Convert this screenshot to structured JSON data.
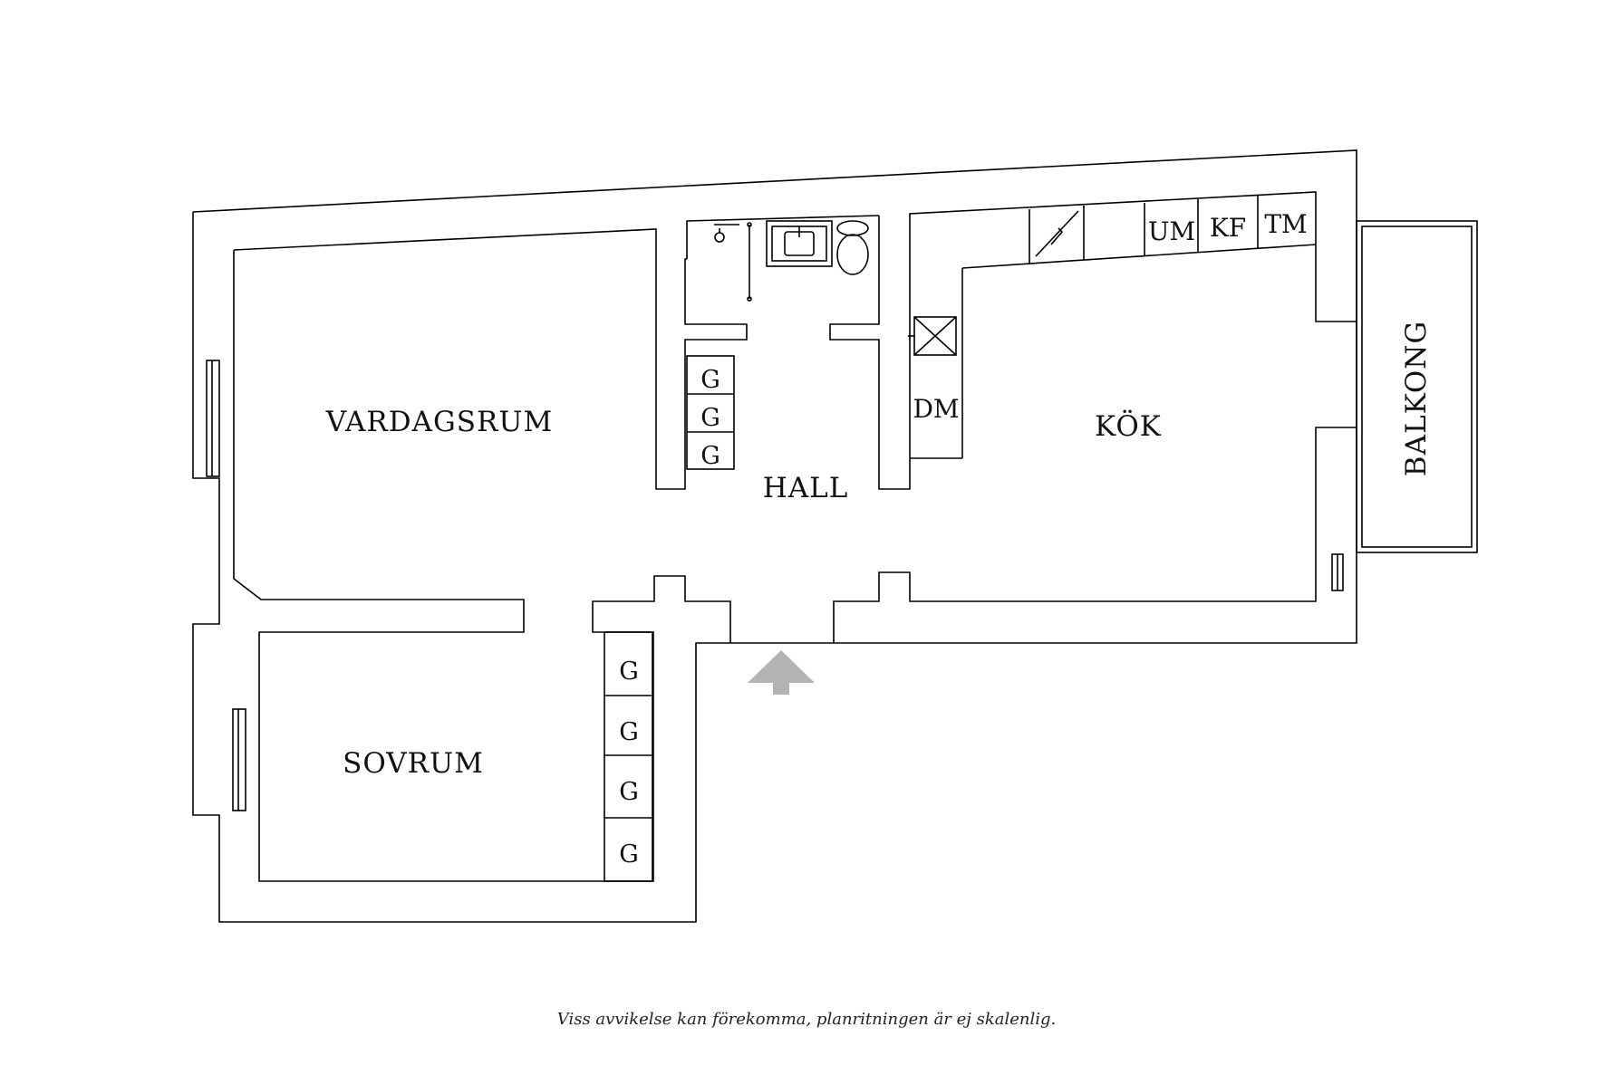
{
  "rooms": {
    "living": "VARDAGSRUM",
    "hall": "HALL",
    "kitchen": "KÖK",
    "bedroom": "SOVRUM",
    "balcony": "BALKONG"
  },
  "appliances": {
    "dishwasher": "DM",
    "washer": "UM",
    "fridge": "KF",
    "dryer": "TM"
  },
  "wardrobe_mark": "G",
  "disclaimer": "Viss avvikelse kan förekomma, planritningen är ej skalenlig.",
  "colors": {
    "wall": "#000000",
    "entrance_arrow": "#b3b3b3"
  },
  "icons": {
    "entrance": "entrance-arrow-icon",
    "shower": "shower-icon",
    "sink": "sink-icon",
    "toilet": "toilet-icon",
    "stove": "stove-icon",
    "kitchen_sink": "kitchen-sink-icon"
  }
}
